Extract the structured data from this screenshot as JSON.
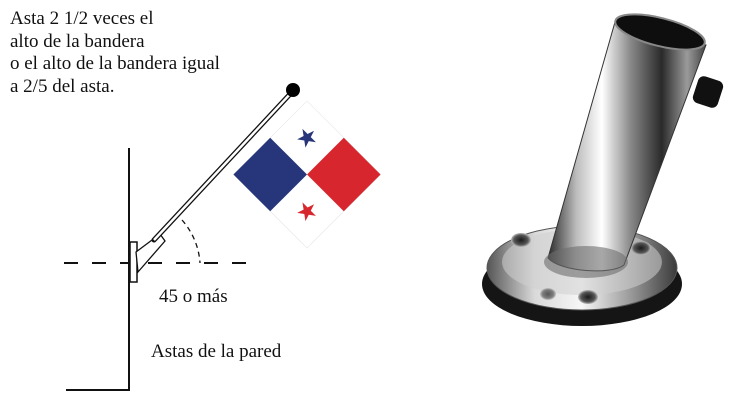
{
  "instruction": {
    "lines": [
      "Asta 2 1/2 veces el",
      "alto de la bandera",
      "o el alto de la bandera igual",
      "a 2/5 del asta."
    ]
  },
  "angle_label": "45 o más",
  "wall_label": "Astas de la pared",
  "flag": {
    "name": "Panama flag",
    "colors": {
      "blue": "#27367a",
      "red": "#d7262d",
      "white": "#ffffff"
    },
    "stars": [
      "blue-star",
      "red-star"
    ]
  },
  "bracket_photo": {
    "name": "stainless flagpole socket mount"
  }
}
